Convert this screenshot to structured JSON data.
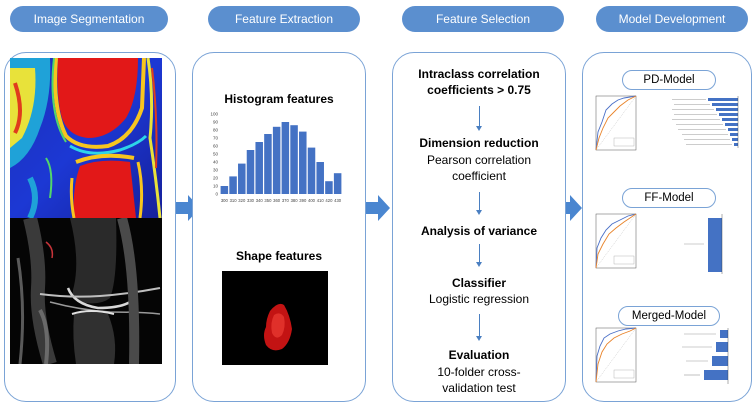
{
  "headers": [
    "Image Segmentation",
    "Feature Extraction",
    "Feature Selection",
    "Model Development"
  ],
  "feature_extraction": {
    "histogram_title": "Histogram features",
    "shape_title": "Shape features",
    "y_ticks": [
      "0",
      "10",
      "20",
      "30",
      "40",
      "50",
      "60",
      "70",
      "80",
      "90",
      "100"
    ],
    "x_ticks": [
      "300",
      "310",
      "320",
      "330",
      "340",
      "350",
      "360",
      "370",
      "380",
      "390",
      "400",
      "410",
      "420",
      "430"
    ],
    "values": [
      10,
      22,
      38,
      55,
      65,
      75,
      84,
      90,
      86,
      78,
      58,
      40,
      16,
      26
    ]
  },
  "feature_selection": {
    "step1": "Intraclass correlation coefficients > 0.75",
    "step2_title": "Dimension reduction",
    "step2_detail": "Pearson correlation coefficient",
    "step3_title": "Analysis of variance",
    "step4_title": "Classifier",
    "step4_detail": "Logistic regression",
    "step5_title": "Evaluation",
    "step5_detail": "10-folder cross-validation test"
  },
  "models": [
    "PD-Model",
    "FF-Model",
    "Merged-Model"
  ],
  "colors": {
    "accent": "#5b8fcf",
    "panel_border": "#7aa3d6",
    "bar": "#4472c4",
    "roc_train": "#4a6fc7",
    "roc_test": "#e8832a"
  }
}
